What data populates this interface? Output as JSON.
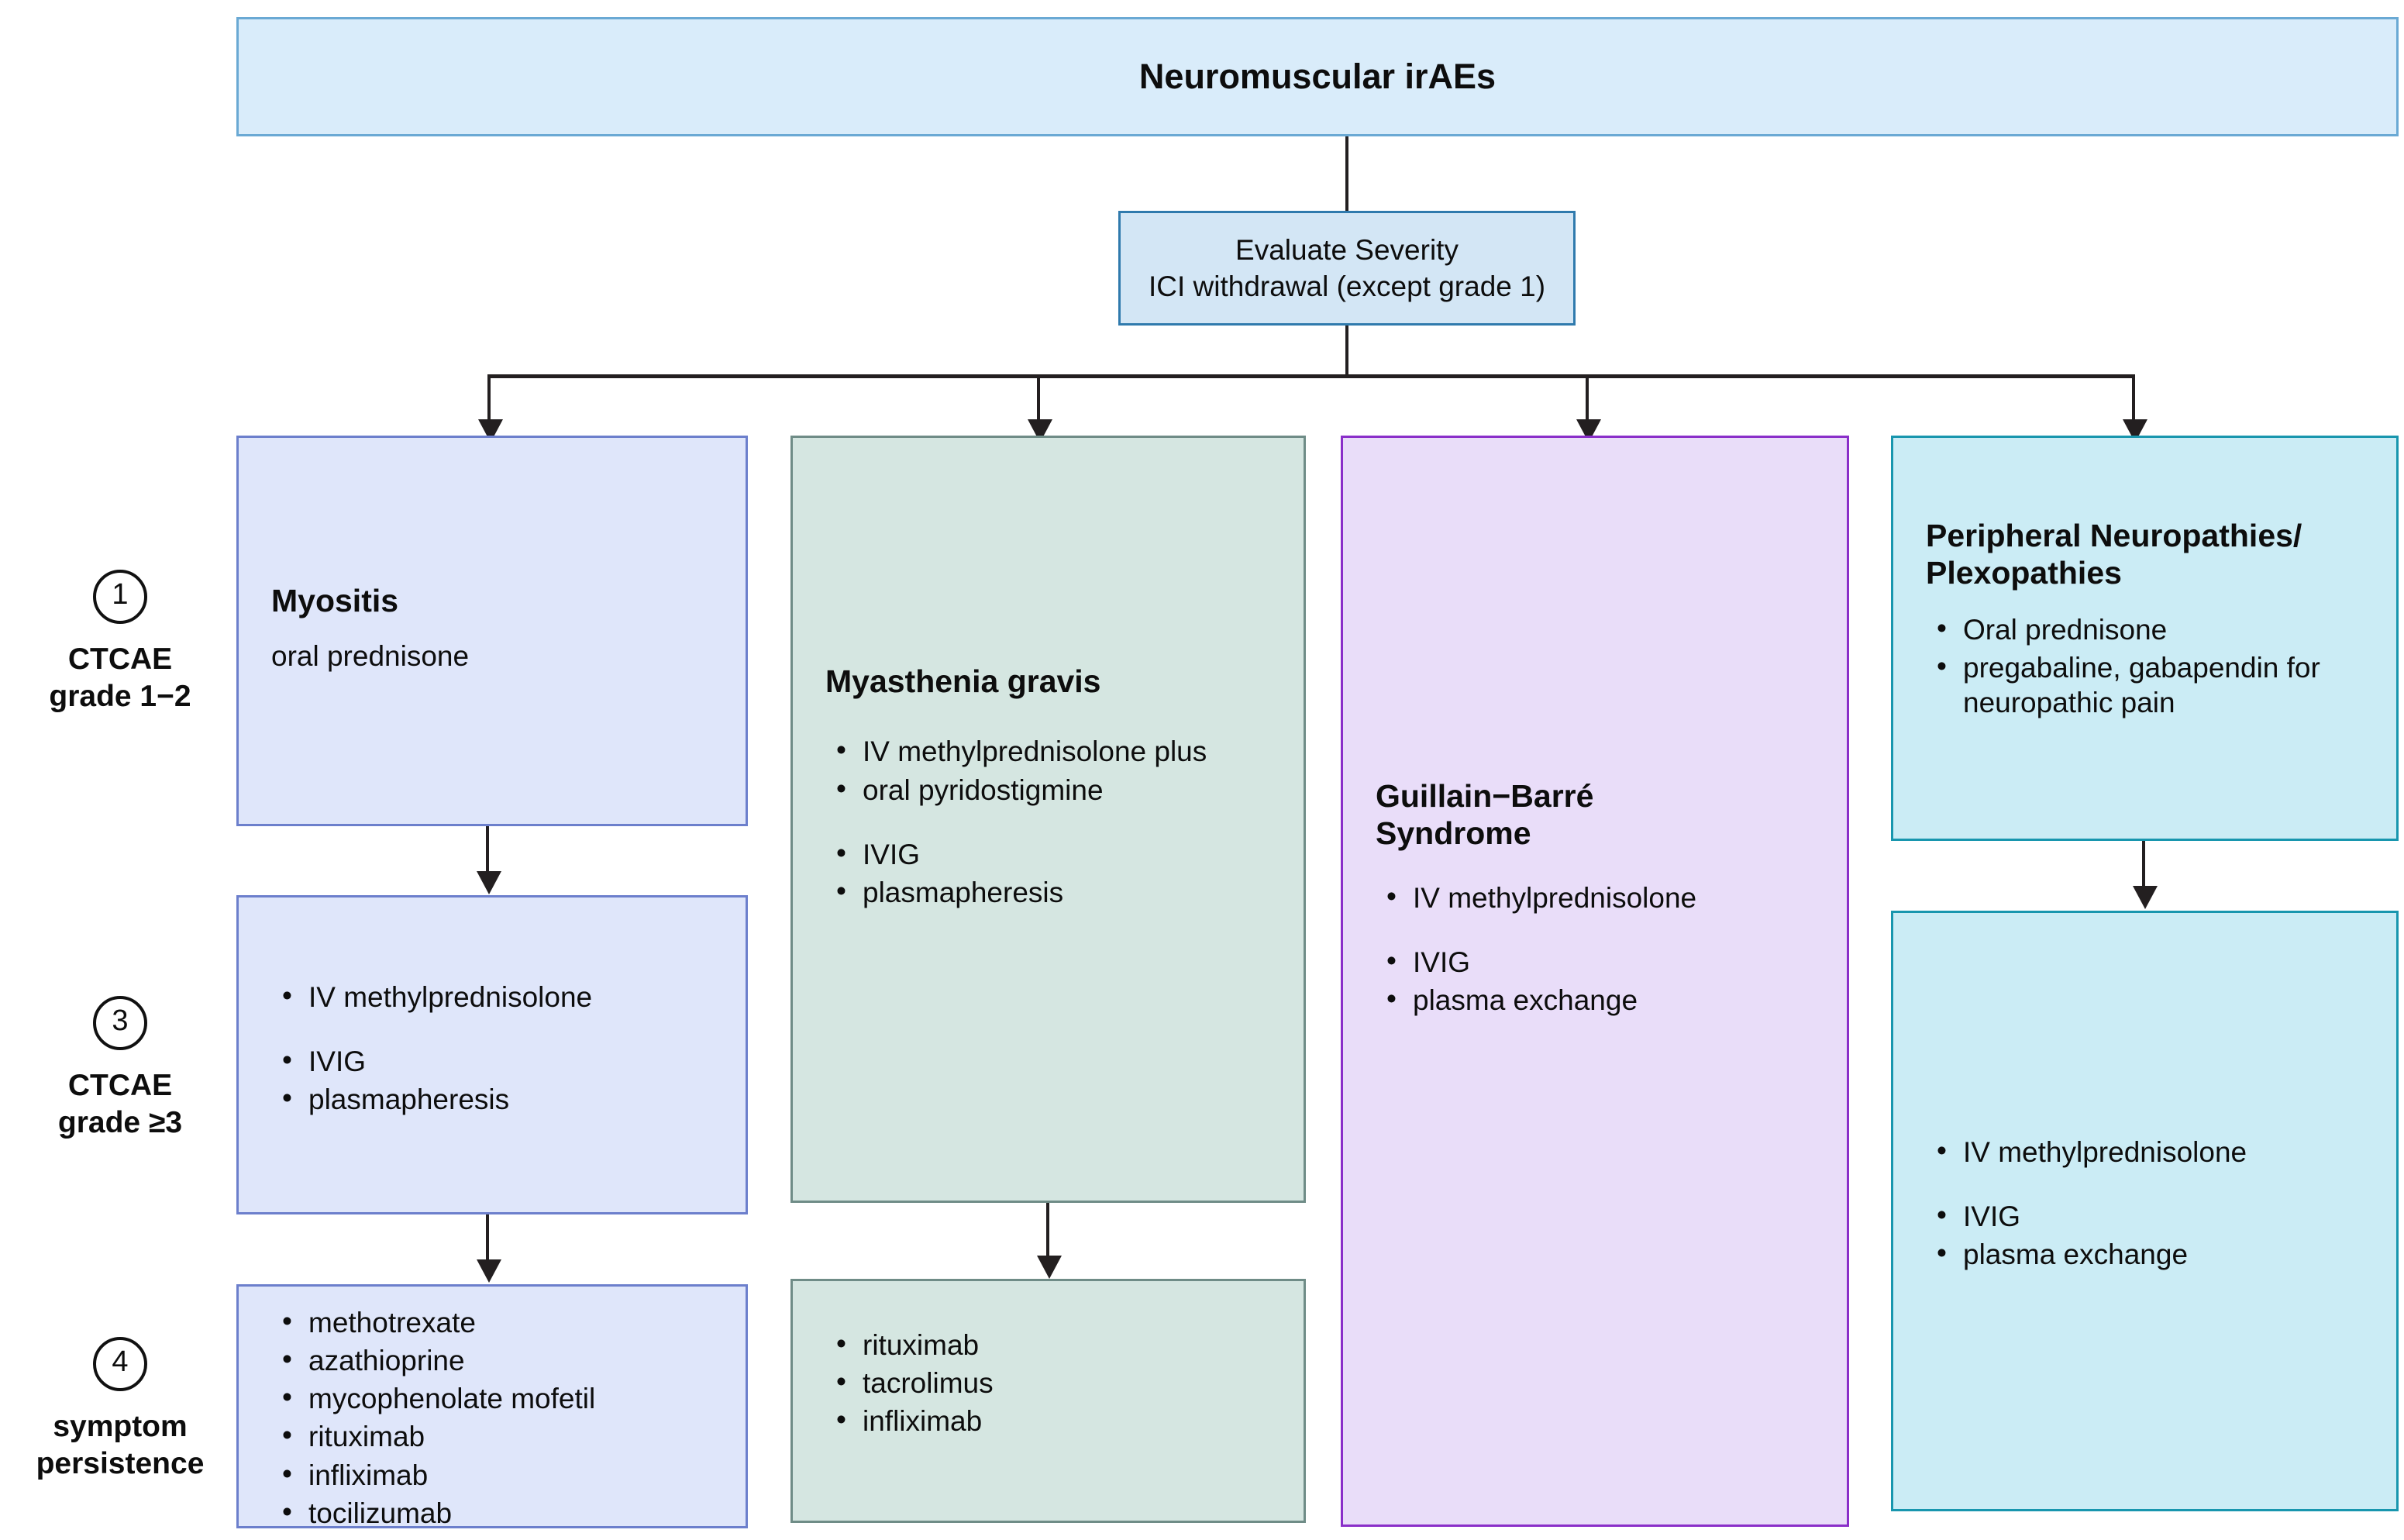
{
  "header": {
    "title": "Neuromuscular irAEs"
  },
  "severity": {
    "line1": "Evaluate Severity",
    "line2": "ICI withdrawal (except grade 1)"
  },
  "grade_labels": [
    {
      "number": "1",
      "text_line1": "CTCAE",
      "text_line2": "grade 1−2"
    },
    {
      "number": "3",
      "text_line1": "CTCAE",
      "text_line2": "grade ≥3"
    },
    {
      "number": "4",
      "text_line1": "symptom",
      "text_line2": "persistence"
    }
  ],
  "columns": [
    {
      "key": "myositis",
      "title": "Myositis",
      "subtitle": "oral prednisone",
      "color_fill": "#dfe6fa",
      "color_border": "#6c7fcc",
      "boxes": [
        {
          "groups": [
            {
              "items": [
                "IV methylprednisolone"
              ]
            },
            {
              "items": [
                "IVIG",
                "plasmapheresis"
              ]
            }
          ]
        },
        {
          "groups": [
            {
              "items": [
                "methotrexate",
                "azathioprine",
                "mycophenolate mofetil",
                "rituximab",
                "infliximab",
                "tocilizumab"
              ]
            }
          ]
        }
      ]
    },
    {
      "key": "myasthenia",
      "title": "Myasthenia gravis",
      "color_fill": "#d5e6e1",
      "color_border": "#6f8c87",
      "groups": [
        {
          "items": [
            "IV methylprednisolone plus",
            "oral pyridostigmine"
          ]
        },
        {
          "items": [
            "IVIG",
            "plasmapheresis"
          ]
        }
      ],
      "boxes": [
        {
          "groups": [
            {
              "items": [
                "rituximab",
                "tacrolimus",
                "infliximab"
              ]
            }
          ]
        }
      ]
    },
    {
      "key": "gbs",
      "title": "Guillain−Barré Syndrome",
      "color_fill": "#e9ddf9",
      "color_border": "#8a2fc9",
      "groups": [
        {
          "items": [
            "IV methylprednisolone"
          ]
        },
        {
          "items": [
            "IVIG",
            "plasma exchange"
          ]
        }
      ]
    },
    {
      "key": "peripheral",
      "title": "Peripheral Neuropathies/ Plexopathies",
      "color_fill": "#cbecf5",
      "color_border": "#1896ae",
      "groups": [
        {
          "items": [
            "Oral prednisone",
            "pregabaline, gabapendin for neuropathic pain"
          ]
        }
      ],
      "boxes": [
        {
          "groups": [
            {
              "items": [
                "IV methylprednisolone"
              ]
            },
            {
              "items": [
                "IVIG",
                "plasma exchange"
              ]
            }
          ]
        }
      ]
    }
  ]
}
